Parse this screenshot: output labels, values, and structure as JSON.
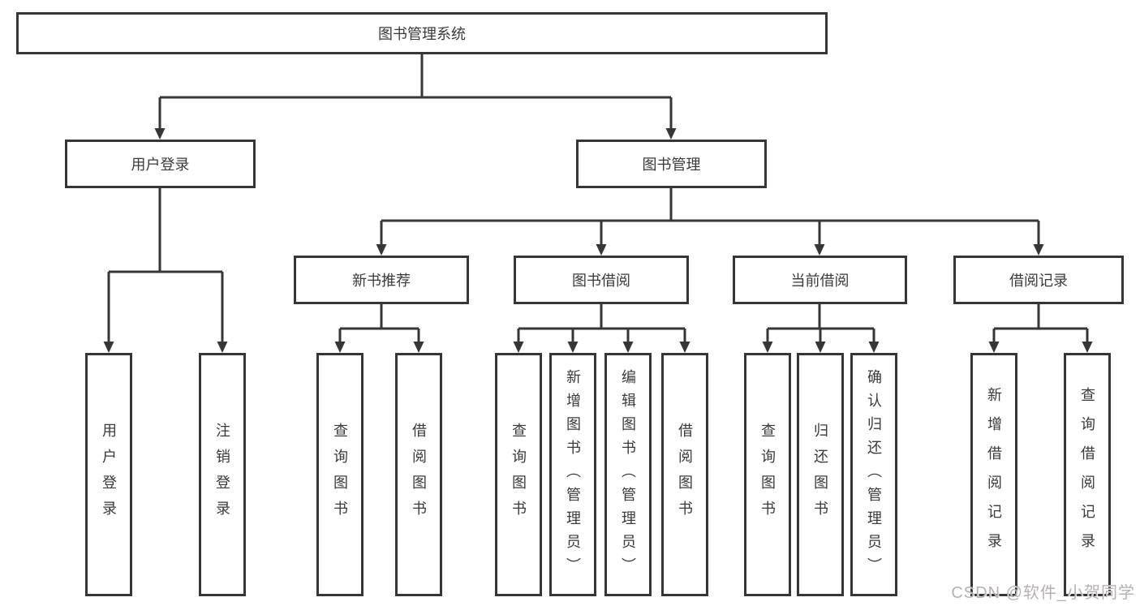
{
  "tree": {
    "root": {
      "label": "图书管理系统"
    },
    "user_login": {
      "label": "用户登录",
      "leaves": [
        {
          "label": "用户登录"
        },
        {
          "label": "注销登录"
        }
      ]
    },
    "book_mgmt": {
      "label": "图书管理",
      "sections": [
        {
          "label": "新书推荐",
          "leaves": [
            {
              "label": "查询图书"
            },
            {
              "label": "借阅图书"
            }
          ]
        },
        {
          "label": "图书借阅",
          "leaves": [
            {
              "label": "查询图书"
            },
            {
              "label": "新增图书（管理员）"
            },
            {
              "label": "编辑图书（管理员）"
            },
            {
              "label": "借阅图书"
            }
          ]
        },
        {
          "label": "当前借阅",
          "leaves": [
            {
              "label": "查询图书"
            },
            {
              "label": "归还图书"
            },
            {
              "label": "确认归还（管理员）"
            }
          ]
        },
        {
          "label": "借阅记录",
          "leaves": [
            {
              "label": "新增借阅记录"
            },
            {
              "label": "查询借阅记录"
            }
          ]
        }
      ]
    }
  },
  "watermark": "CSDN @软件_小贺同学",
  "colors": {
    "line": "#363636",
    "text": "#3a3a3a",
    "watermark": "#b6b1b1",
    "background": "#ffffff"
  }
}
